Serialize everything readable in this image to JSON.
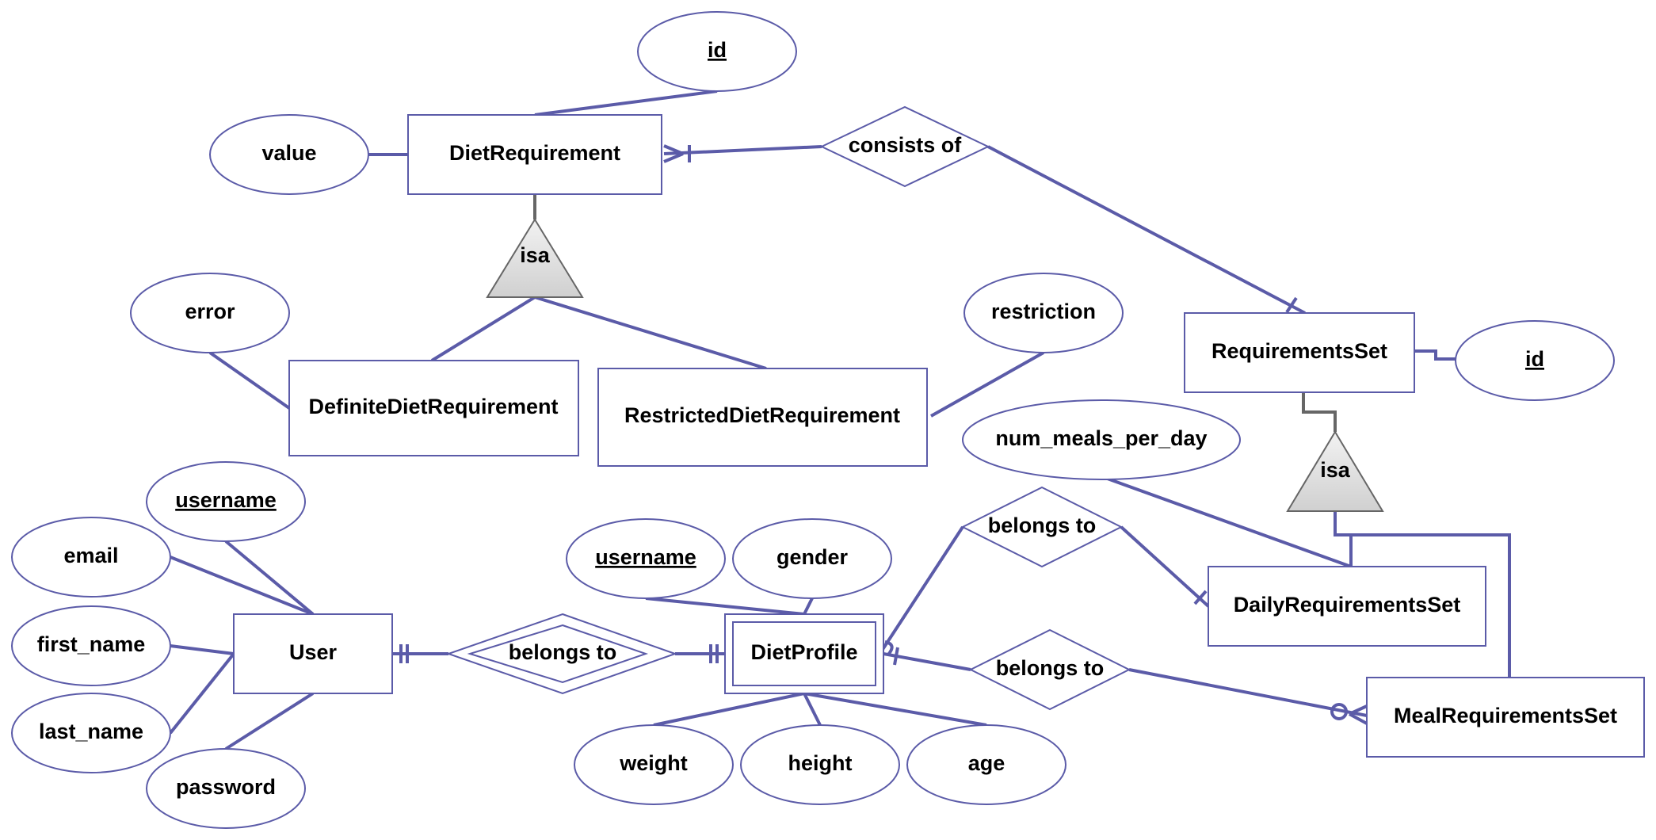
{
  "diagram": {
    "type": "er-diagram",
    "colors": {
      "stroke": "#5b5ba8",
      "isa_fill_top": "#f2f2f2",
      "isa_fill_bottom": "#d0d0d0",
      "isa_edge": "#666666"
    },
    "entities": {
      "diet_requirement": "DietRequirement",
      "requirements_set": "RequirementsSet",
      "definite_diet_requirement": "DefiniteDietRequirement",
      "restricted_diet_requirement": "RestrictedDietRequirement",
      "user": "User",
      "diet_profile": "DietProfile",
      "daily_requirements_set": "DailyRequirementsSet",
      "meal_requirements_set": "MealRequirementsSet"
    },
    "attributes": {
      "diet_requirement_id": "id",
      "value": "value",
      "error": "error",
      "restriction": "restriction",
      "requirements_set_id": "id",
      "num_meals_per_day": "num_meals_per_day",
      "user_username": "username",
      "email": "email",
      "first_name": "first_name",
      "last_name": "last_name",
      "password": "password",
      "profile_username": "username",
      "gender": "gender",
      "weight": "weight",
      "height": "height",
      "age": "age"
    },
    "relationships": {
      "consists_of": "consists of",
      "user_belongs_to": "belongs to",
      "daily_belongs_to": "belongs to",
      "meal_belongs_to": "belongs to"
    },
    "isa": {
      "diet_requirement_isa": "isa",
      "requirements_set_isa": "isa"
    }
  }
}
